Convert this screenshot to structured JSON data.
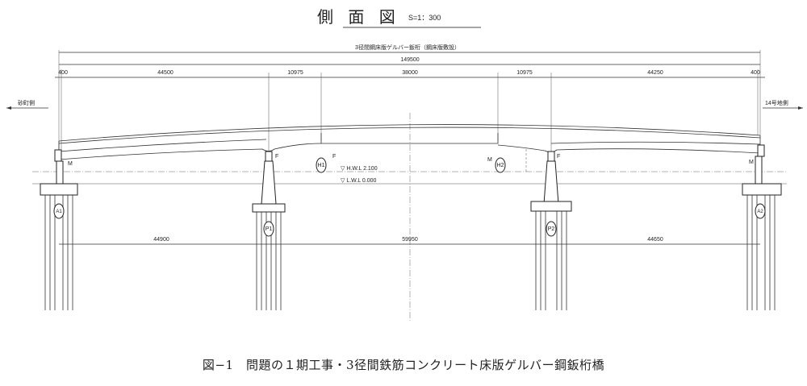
{
  "title": "側 面 図",
  "scale": "S=1：300",
  "overall_label": "3径間鋼床版ゲルバー鈑桁（鋼床版敷設）",
  "total_length": "149500",
  "span_dims": [
    "400",
    "44500",
    "10975",
    "38000",
    "10975",
    "44250",
    "400"
  ],
  "support_dims": [
    "44900",
    "59950",
    "44650"
  ],
  "left_direction": "砂町側",
  "right_direction": "14号地側",
  "hwl": "H.W.L 2.100",
  "lwl": "L.W.L 0.000",
  "markers": {
    "a1": "A1",
    "p1": "P1",
    "p2": "P2",
    "a2": "A2",
    "h1": "H1",
    "h2": "H2"
  },
  "bearing_fixed": "F",
  "bearing_movable": "M",
  "caption": "図−1　問題の１期工事・3径間鉄筋コンクリート床版ゲルバー鋼鈑桁橋"
}
